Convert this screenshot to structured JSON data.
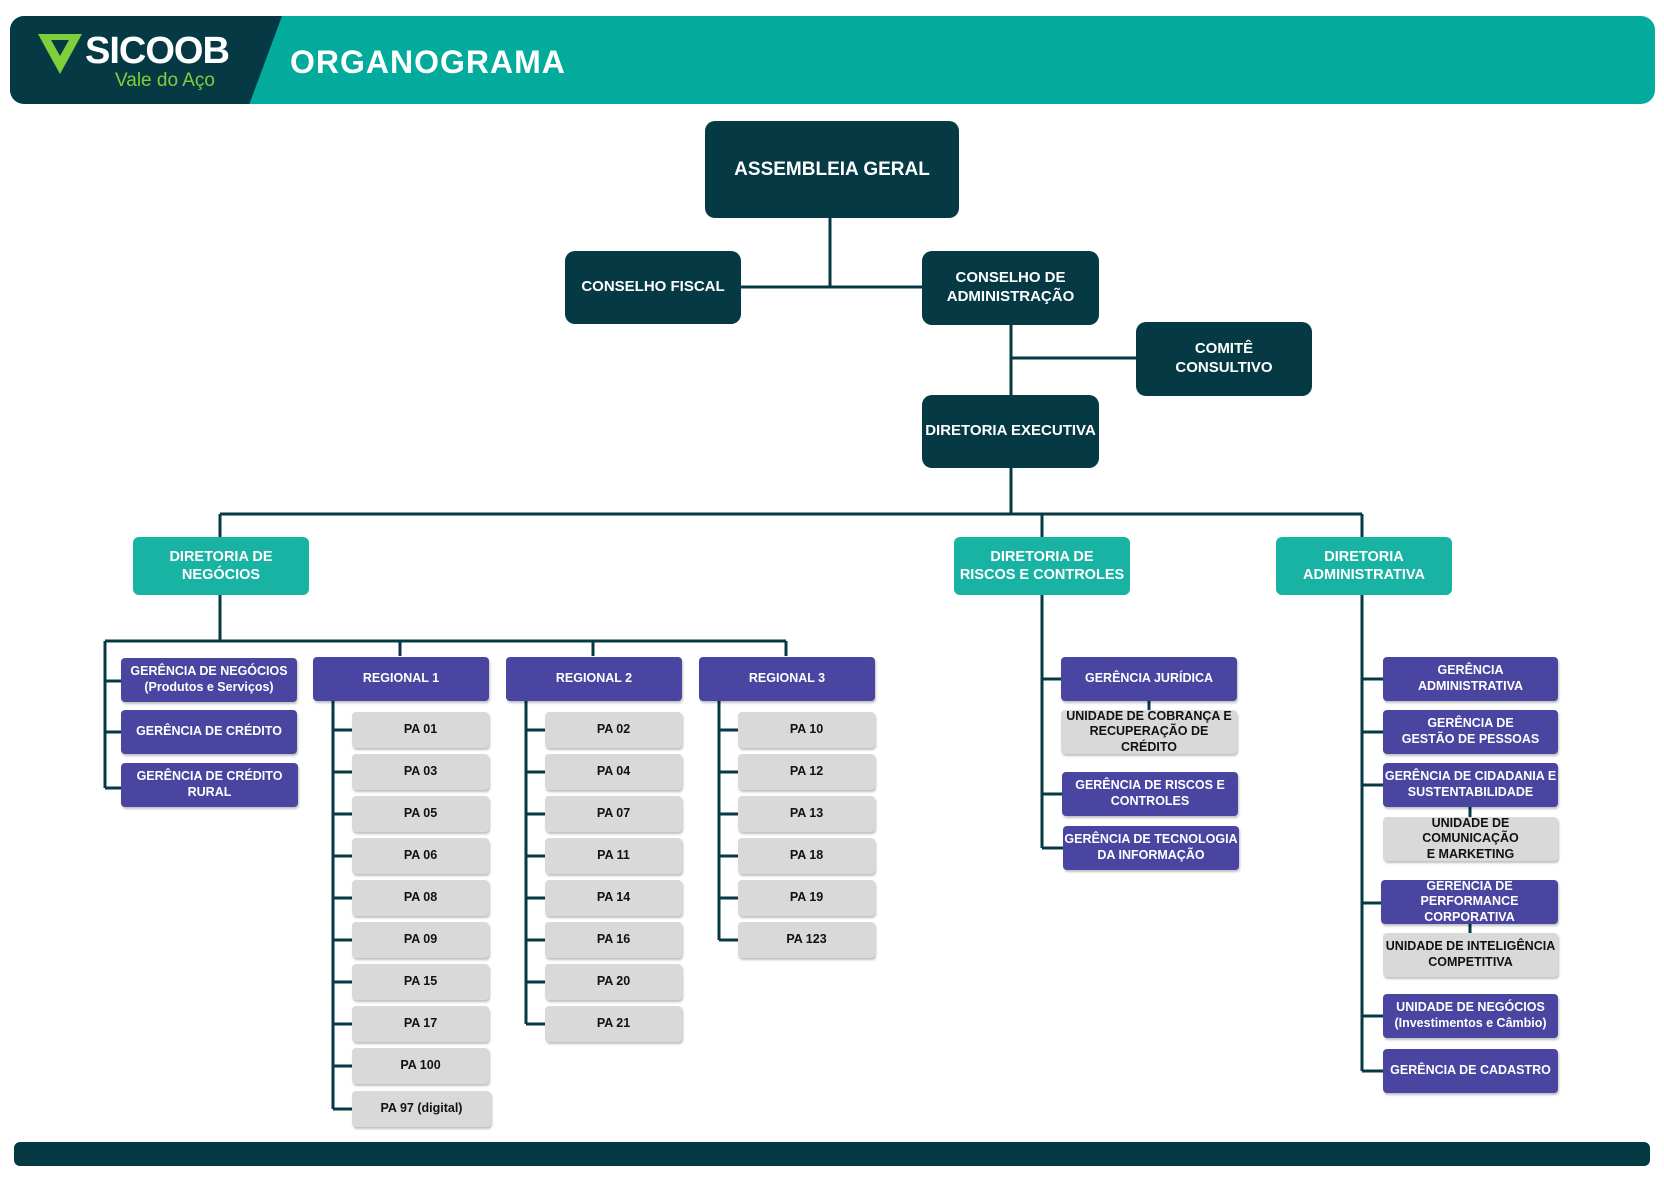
{
  "header": {
    "logo_name": "SICOOB",
    "logo_sub": "Vale do Aço",
    "title": "ORGANOGRAMA"
  },
  "colors": {
    "teal": "#03ab9c",
    "navy": "#053a45",
    "purple": "#4a45a0",
    "gray": "#d9d9d9",
    "lime": "#7fcf3d"
  },
  "top": {
    "assembleia": "ASSEMBLEIA GERAL",
    "conselho_fiscal": "CONSELHO FISCAL",
    "conselho_adm": "CONSELHO DE\nADMINISTRAÇÃO",
    "comite": "COMITÊ\nCONSULTIVO",
    "diretoria_exec": "DIRETORIA EXECUTIVA"
  },
  "directorates": {
    "negocios": "DIRETORIA DE\nNEGÓCIOS",
    "riscos": "DIRETORIA DE\nRISCOS E CONTROLES",
    "administrativa": "DIRETORIA\nADMINISTRATIVA"
  },
  "negocios": {
    "gerencias": [
      "GERÊNCIA DE NEGÓCIOS\n(Produtos e Serviços)",
      "GERÊNCIA DE CRÉDITO",
      "GERÊNCIA DE CRÉDITO\nRURAL"
    ],
    "regionals": [
      {
        "name": "REGIONAL 1",
        "pas": [
          "PA 01",
          "PA 03",
          "PA 05",
          "PA 06",
          "PA 08",
          "PA 09",
          "PA 15",
          "PA 17",
          "PA 100",
          "PA 97 (digital)"
        ]
      },
      {
        "name": "REGIONAL 2",
        "pas": [
          "PA 02",
          "PA 04",
          "PA 07",
          "PA 11",
          "PA 14",
          "PA 16",
          "PA 20",
          "PA 21"
        ]
      },
      {
        "name": "REGIONAL 3",
        "pas": [
          "PA 10",
          "PA 12",
          "PA 13",
          "PA 18",
          "PA 19",
          "PA 123"
        ]
      }
    ]
  },
  "riscos": {
    "items": [
      {
        "label": "GERÊNCIA JURÍDICA",
        "kind": "purple"
      },
      {
        "label": "UNIDADE DE COBRANÇA E\nRECUPERAÇÃO DE CRÉDITO",
        "kind": "gray"
      },
      {
        "label": "GERÊNCIA DE RISCOS E\nCONTROLES",
        "kind": "purple"
      },
      {
        "label": "GERÊNCIA DE TECNOLOGIA\nDA INFORMAÇÃO",
        "kind": "purple"
      }
    ]
  },
  "administrativa": {
    "items": [
      {
        "label": "GERÊNCIA\nADMINISTRATIVA",
        "kind": "purple"
      },
      {
        "label": "GERÊNCIA DE\nGESTÃO DE PESSOAS",
        "kind": "purple"
      },
      {
        "label": "GERÊNCIA  DE CIDADANIA E\nSUSTENTABILIDADE",
        "kind": "purple"
      },
      {
        "label": "UNIDADE DE COMUNICAÇÃO\nE MARKETING",
        "kind": "gray"
      },
      {
        "label": "GERÊNCIA  DE PERFORMANCE\nCORPORATIVA",
        "kind": "purple"
      },
      {
        "label": "UNIDADE DE INTELIGÊNCIA\nCOMPETITIVA",
        "kind": "gray"
      },
      {
        "label": "UNIDADE DE NEGÓCIOS\n(Investimentos e Câmbio)",
        "kind": "purple"
      },
      {
        "label": "GERÊNCIA DE CADASTRO",
        "kind": "purple"
      }
    ]
  }
}
